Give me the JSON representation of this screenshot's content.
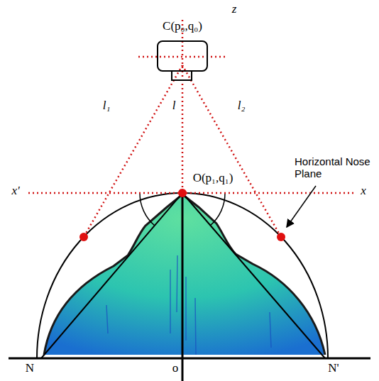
{
  "diagram": {
    "labels": [
      "z",
      "C(p₀,q₀)",
      "l₁",
      "l",
      "l₂",
      "O(p₁,q₁)",
      "x'",
      "x",
      "Horizontal Nose Plane",
      "N",
      "o",
      "N'"
    ]
  }
}
